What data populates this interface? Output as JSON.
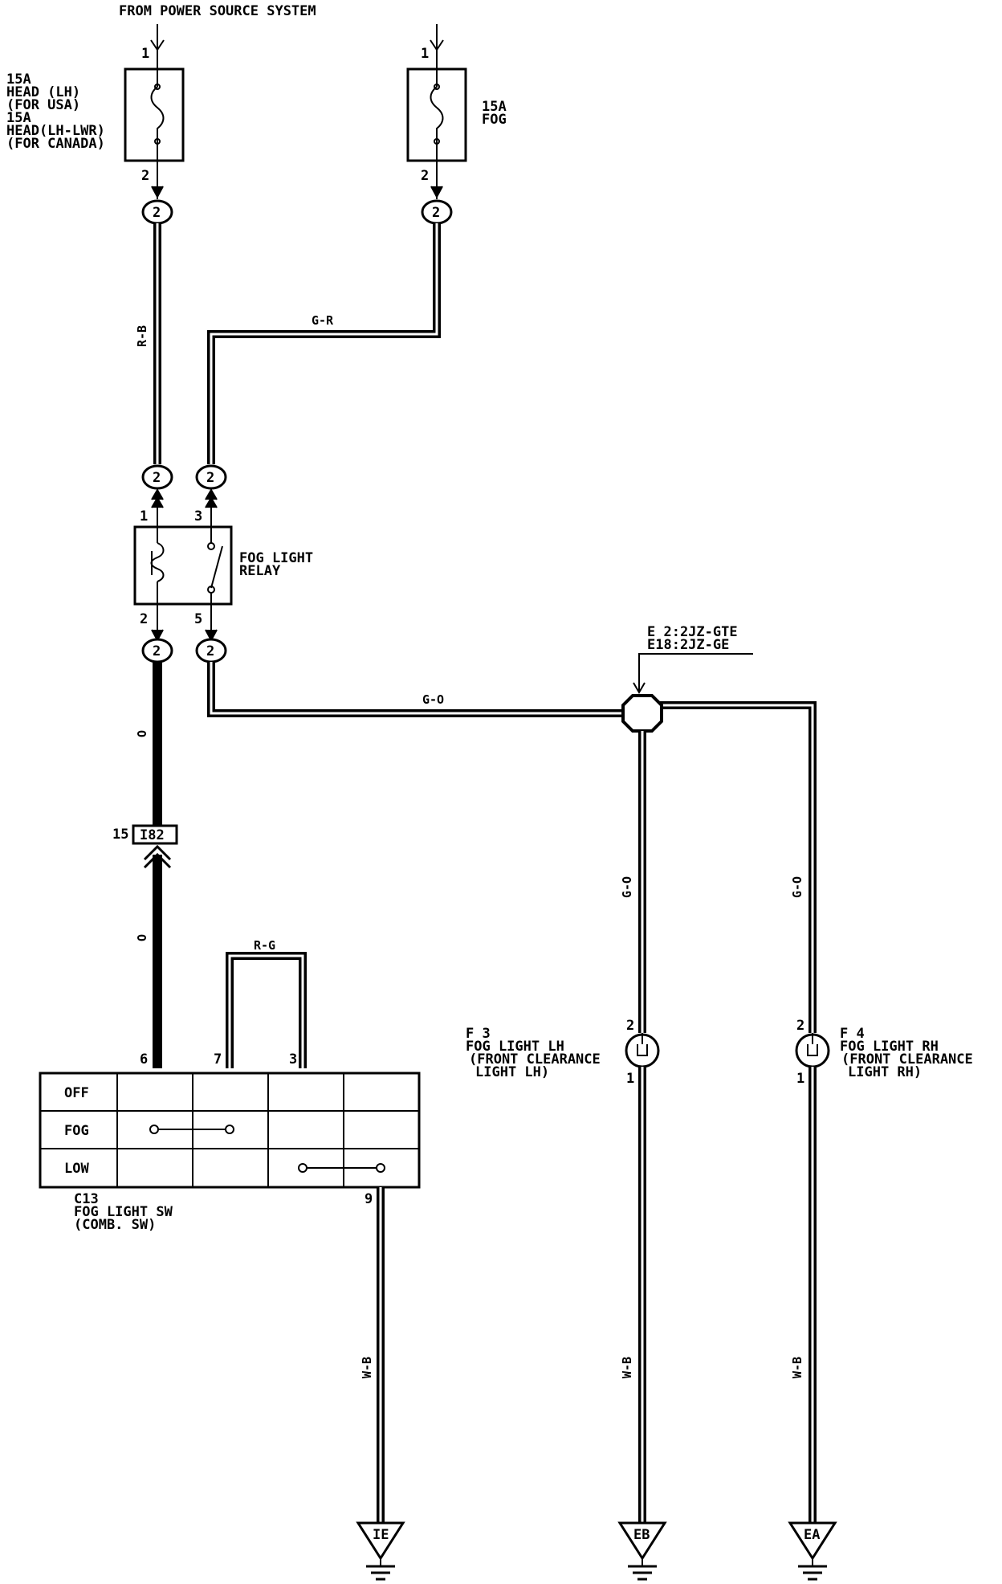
{
  "header": {
    "source": "FROM POWER SOURCE SYSTEM"
  },
  "fuse_head": {
    "lines": [
      "15A",
      "HEAD (LH)",
      "(FOR USA)",
      "15A",
      "HEAD(LH-LWR)",
      "(FOR CANADA)"
    ],
    "pin_top": "1",
    "pin_bottom": "2",
    "connector": "2"
  },
  "fuse_fog": {
    "lines": [
      "15A",
      "FOG"
    ],
    "pin_top": "1",
    "pin_bottom": "2",
    "connector": "2"
  },
  "wires": {
    "head_to_relay": "R-B",
    "fog_to_relay": "G-R",
    "relay_to_junction": "G-O",
    "relay_to_switch_upper": "O",
    "relay_to_switch_lower": "O",
    "switch_loop": "R-G",
    "junction_to_lh": "G-O",
    "junction_to_rh": "G-O",
    "switch_ground": "W-B",
    "lh_ground": "W-B",
    "rh_ground": "W-B"
  },
  "relay": {
    "lines": [
      "FOG LIGHT",
      "RELAY"
    ],
    "connectors": [
      "2",
      "2",
      "2",
      "2"
    ],
    "pins": {
      "coil_in": "1",
      "contact_in": "3",
      "coil_out": "2",
      "contact_out": "5"
    }
  },
  "junction": {
    "lines": [
      "E 2:2JZ-GTE",
      "E18:2JZ-GE"
    ]
  },
  "inline_connector": {
    "id": "I82",
    "pin": "15"
  },
  "fog_lh": {
    "code": "F 3",
    "lines": [
      "FOG LIGHT LH",
      "(FRONT CLEARANCE",
      "LIGHT LH)"
    ],
    "pin_top": "2",
    "pin_bottom": "1"
  },
  "fog_rh": {
    "code": "F 4",
    "lines": [
      "FOG LIGHT RH",
      "(FRONT CLEARANCE",
      "LIGHT RH)"
    ],
    "pin_top": "2",
    "pin_bottom": "1"
  },
  "switch": {
    "code": "C13",
    "lines": [
      "FOG LIGHT SW",
      "(COMB. SW)"
    ],
    "pins": {
      "p6": "6",
      "p7": "7",
      "p3": "3",
      "p9": "9"
    },
    "rows": [
      "OFF",
      "FOG",
      "LOW"
    ]
  },
  "grounds": {
    "switch": "IE",
    "lh": "EB",
    "rh": "EA"
  }
}
